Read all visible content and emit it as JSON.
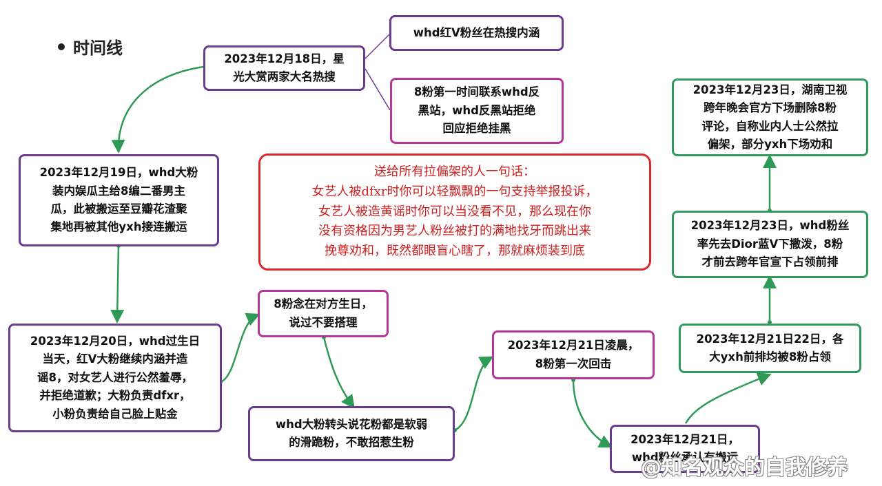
{
  "title": "时间线",
  "nodes": {
    "n1": "2023年12月18日，星\n光大赏两家大名热搜",
    "n2": "whd红V粉丝在热搜内涵",
    "n3": "8粉第一时间联系whd反\n黑站，whd反黑站拒绝\n回应拒绝挂黑",
    "n4": "2023年12月19日，whd大粉\n装内娱瓜主给8编二番男主\n瓜，此被搬运至豆瓣花渣聚\n集地再被其他yxh接连搬运",
    "n5": "2023年12月20日，whd过生日\n当天，红V大粉继续内涵并造\n谣8，对女艺人进行公然羞辱，\n并拒绝道歉；大粉负责dfxr，\n小粉负责给自己脸上贴金",
    "n6": "8粉念在对方生日，\n说过不要搭理",
    "n7": "whd大粉转头说花粉都是软弱\n的滑跪粉，不敢招惹生粉",
    "n8": "2023年12月21日凌晨，\n8粉第一次回击",
    "n9": "2023年12月21日，\nwhd粉丝承认有搬运",
    "n10": "2023年12月21日22日，各\n大yxh前排均被8粉占领",
    "n11": "2023年12月23日，whd粉丝\n率先去Dior蓝V下撒泼，8粉\n才前去跨年官宣下占领前排",
    "n12": "2023年12月23日，湖南卫视\n跨年晚会官方下场删除8粉\n评论，自称业内人士公然拉\n偏架，部分yxh下场劝和"
  },
  "quote": {
    "line1": "送给所有拉偏架的人一句话：",
    "line2": "女艺人被dfxr时你可以轻飘飘的一句支持举报投诉，",
    "line3": "女艺人被造黄谣时你可以当没看不见，那么现在你",
    "line4": "没有资格因为男艺人粉丝被打的满地找牙而跳出来",
    "line5": "挽尊劝和，既然都眼盲心瞎了，那就麻烦装到底"
  },
  "watermark": "@知名观众的自我修养",
  "colors": {
    "purple": "#6b3c8e",
    "pink": "#b5359a",
    "green": "#2f9a5b",
    "red": "#d72a2a",
    "arrow": "#2e9a55"
  }
}
